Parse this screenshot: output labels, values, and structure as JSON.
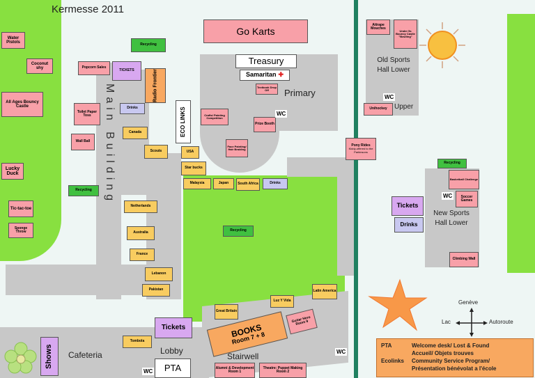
{
  "title": "Kermesse 2011",
  "areas": {
    "main_building": "Main Building",
    "primary": "Primary",
    "old_sports_hall": "Old Sports Hall Lower",
    "upper": "Upper",
    "new_sports_hall": "New Sports Hall Lower",
    "cafeteria": "Cafeteria",
    "lobby": "Lobby",
    "stairwell": "Stairwell"
  },
  "stalls": {
    "go_karts": "Go Karts",
    "treasury": "Treasury",
    "samaritan": "Samaritan",
    "recycling": "Recycling",
    "tickets": "TICKETS",
    "tickets2": "Tickets",
    "drinks": "Drinks",
    "water_pistols": "Water Pistols",
    "coconut_shy": "Coconut shy",
    "popcorn_sales": "Popcorn Sales",
    "radio_frontier": "Radio Frontier",
    "all_ages_bouncy_castle": "All Ages Bouncy Castle",
    "toilet_paper_toss": "Toilet Paper Toss",
    "wall_ball": "Wall Ball",
    "lucky_duck": "Lucky Duck",
    "tic_tac_toe": "Tic-tac-toe",
    "sponge_throw": "Sponge Throw",
    "canada": "Canada",
    "scouts": "Scouts",
    "usa": "USA",
    "starbucks": "Star bucks",
    "malaysia": "Malaysia",
    "japan": "Japan",
    "south_africa": "South Africa",
    "netherlands": "Netherlands",
    "australia": "Australia",
    "france": "France",
    "lebanon": "Lebanon",
    "pakistan": "Pakistan",
    "eco_links": "ECO LINKS",
    "textbook_drop_off": "Textbook Drop Off",
    "crafts_painting": "Crafts/ Painting Competition",
    "prize_booth": "Prize Booth",
    "face_painting": "Face Painting/ Hair Braiding",
    "pony_rides": "Pony Rides",
    "pony_note": "Kiddy-offered to the Parkinsons",
    "attrape_mouches": "Attrape Mouches",
    "under_bouncy": "Under 5s Bouncy Castle \"Bowling\"",
    "unihockey": "Unihockey",
    "basketball_challenge": "Basketball Challenge",
    "soccer_games": "Soccer Games",
    "climbing_wall": "Climbing Wall",
    "great_britain": "Great Britain",
    "luz_y_vida": "Luz Y Vida",
    "latin_america": "Latin America",
    "books": "BOOKS",
    "books_room": "Room 7 + 8",
    "guitar_hero": "Guitar Hero Room 9",
    "tombola": "Tombola",
    "shows": "Shows",
    "pta": "PTA",
    "alumni": "Alumni & Development Room 1",
    "theatre": "Theatre: Puppet Making Room 2",
    "wc": "WC"
  },
  "compass": {
    "north": "Genève",
    "west": "Lac",
    "east": "Autoroute"
  },
  "legend": {
    "pta_key": "PTA",
    "pta_line1": "Welcome desk/  Lost & Found",
    "pta_line2": "Accueil/ Objets trouves",
    "eco_key": "Ecolinks",
    "eco_line1": "Community Service Program/",
    "eco_line2": "Présentation bénévolat a l'école"
  },
  "colors": {
    "stall_pink": "#f8a0a8",
    "stall_yellow": "#f8cc60",
    "recycling_green": "#40c040",
    "tickets_purple": "#d8a8f0",
    "grass": "#88e040",
    "building_grey": "#c8c8c8",
    "legend_orange": "#f8a860",
    "road_green": "#208060"
  }
}
